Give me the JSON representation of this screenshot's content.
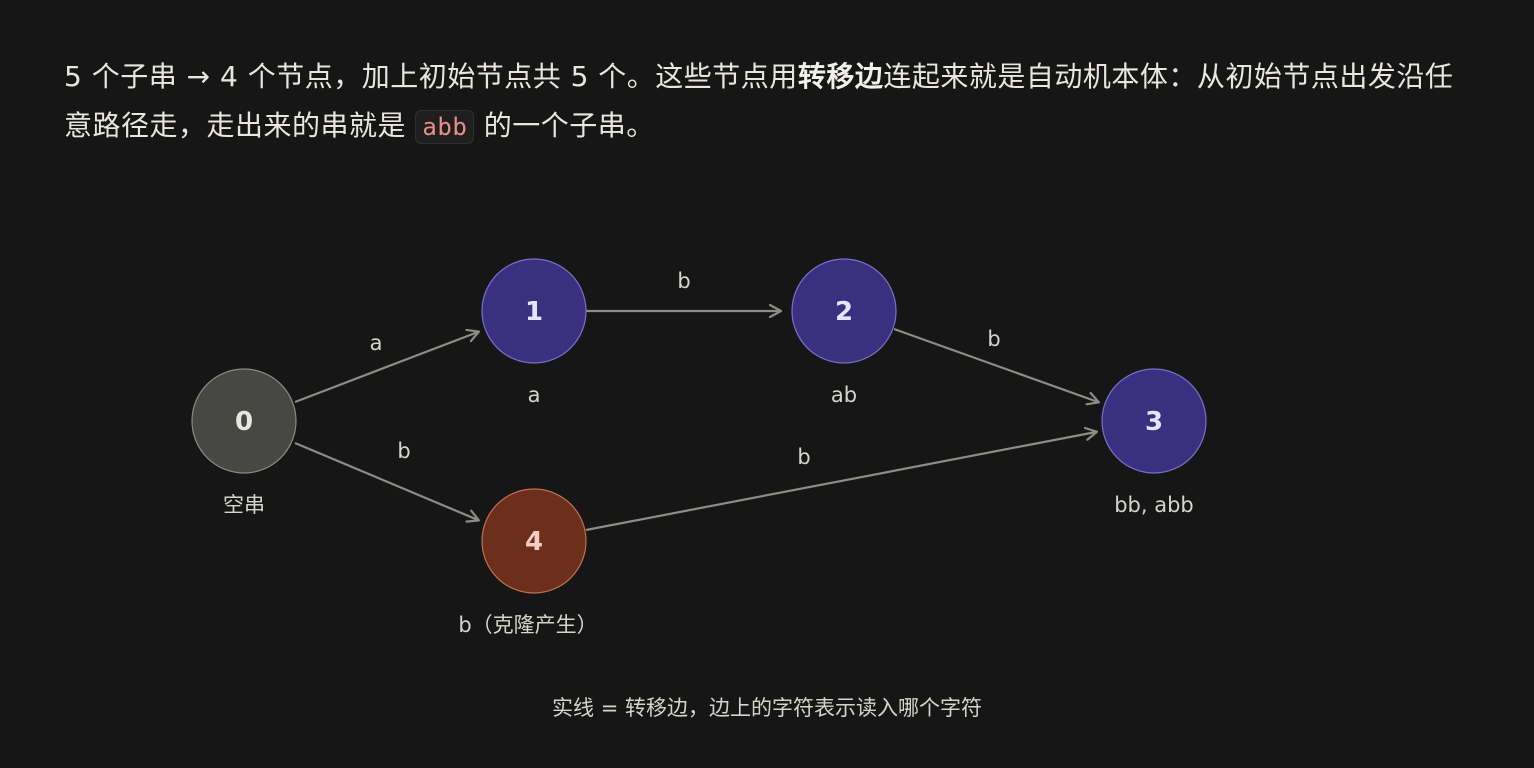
{
  "paragraph": {
    "line1_a": "5 个子串 → 4 个节点，加上初始节点共 5 个。这些节点用",
    "bold": "转移边",
    "line1_b": "连起来就是自动机本体：从初始节点出发沿任意路径走，走出来的串就是",
    "code": "abb",
    "tail": "的一个子串。"
  },
  "diagram": {
    "nodes": [
      {
        "id": "0",
        "label": "0",
        "sub": "空串",
        "fill": "#474744",
        "text": "#e8e6df"
      },
      {
        "id": "1",
        "label": "1",
        "sub": "a",
        "fill": "#3b2f80",
        "text": "#e6e4ff"
      },
      {
        "id": "2",
        "label": "2",
        "sub": "ab",
        "fill": "#3b2f80",
        "text": "#e6e4ff"
      },
      {
        "id": "3",
        "label": "3",
        "sub": "bb, abb",
        "fill": "#3b2f80",
        "text": "#e6e4ff"
      },
      {
        "id": "4",
        "label": "4",
        "sub": "b（克隆产生）",
        "fill": "#6b2f1c",
        "text": "#f5cdbf"
      }
    ],
    "edges": [
      {
        "from": "0",
        "to": "1",
        "label": "a"
      },
      {
        "from": "0",
        "to": "4",
        "label": "b"
      },
      {
        "from": "1",
        "to": "2",
        "label": "b"
      },
      {
        "from": "2",
        "to": "3",
        "label": "b"
      },
      {
        "from": "4",
        "to": "3",
        "label": "b"
      }
    ]
  },
  "caption": "实线 = 转移边，边上的字符表示读入哪个字符"
}
